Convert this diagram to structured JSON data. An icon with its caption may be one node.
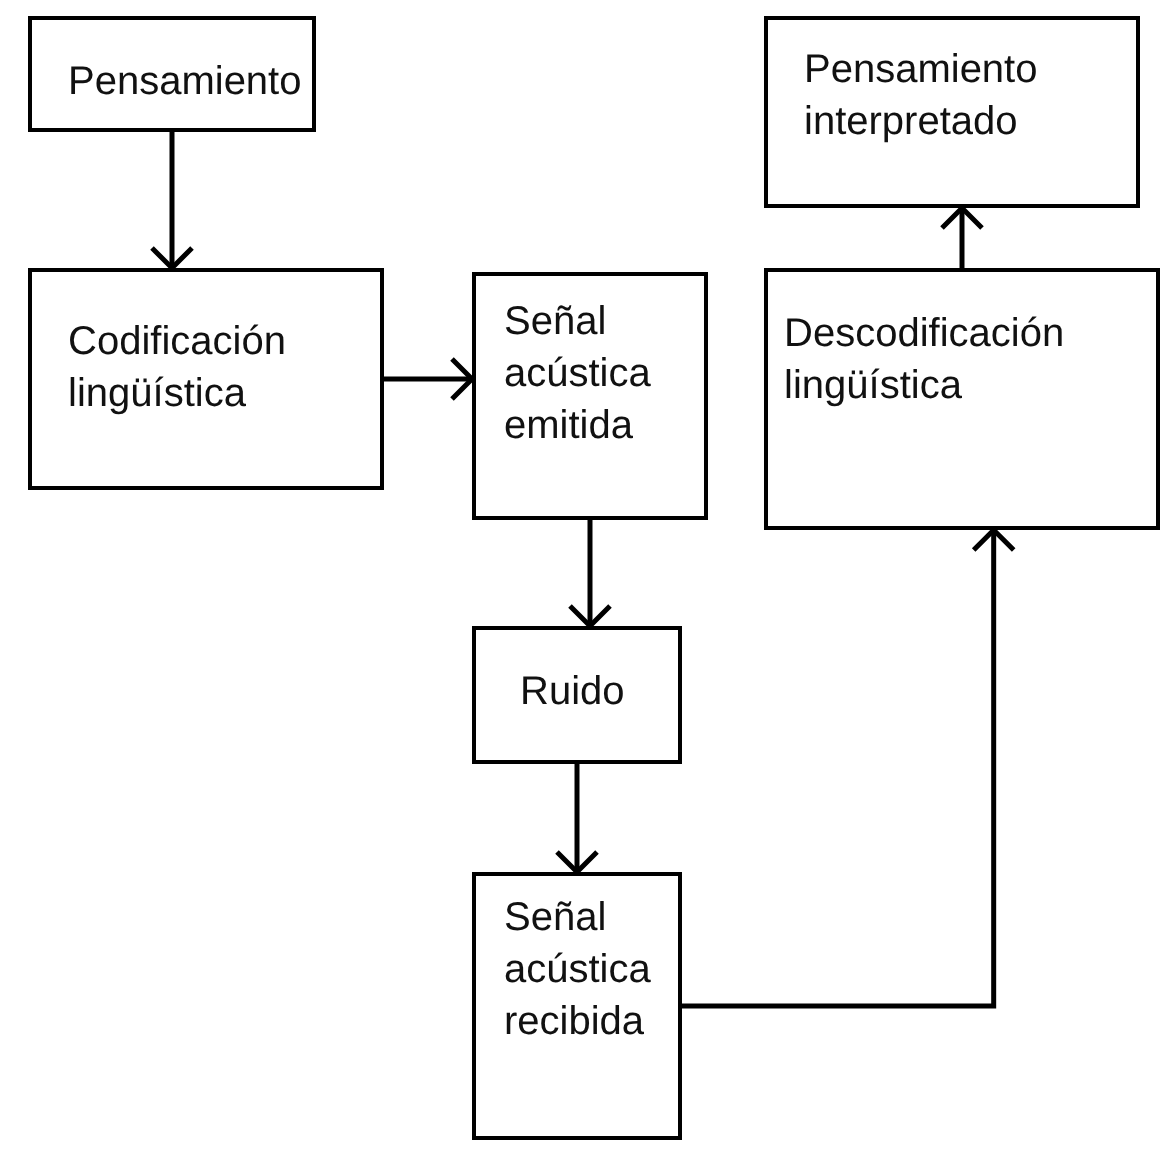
{
  "diagram": {
    "nodes": [
      {
        "text": [
          "Pensamiento"
        ]
      },
      {
        "text": [
          "Pensamiento interpretado"
        ]
      },
      {
        "text": [
          "Codificación lingüística"
        ]
      },
      {
        "text": [
          "Señal acústica emitida"
        ]
      },
      {
        "text": [
          "Descodificación lingüística"
        ]
      },
      {
        "text": [
          "Ruido"
        ]
      },
      {
        "text": [
          "Señal acústica recibida"
        ]
      }
    ],
    "edges": [
      {
        "from": 0,
        "to": 2,
        "arrow": "to"
      },
      {
        "from": 2,
        "to": 3,
        "arrow": "to"
      },
      {
        "from": 3,
        "to": 5,
        "arrow": "to"
      },
      {
        "from": 5,
        "to": 6,
        "arrow": "to"
      },
      {
        "from": 6,
        "to": 4,
        "arrow": "to"
      },
      {
        "from": 4,
        "to": 1,
        "arrow": "to"
      }
    ]
  }
}
